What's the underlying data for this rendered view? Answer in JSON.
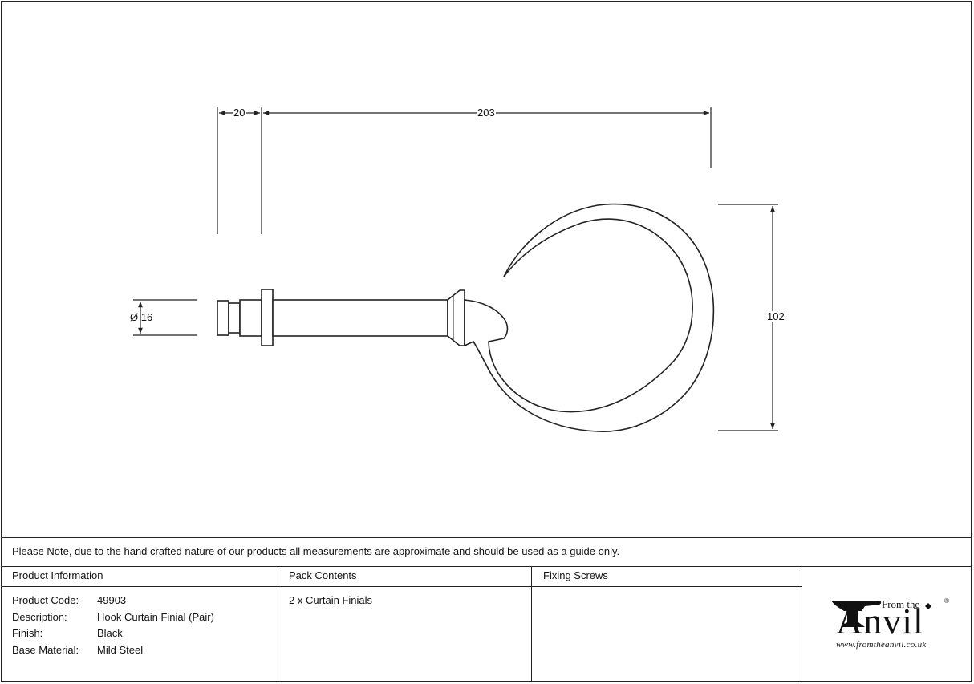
{
  "dimensions": {
    "collar_width": "20",
    "total_length": "203",
    "diameter": "Ø 16",
    "height": "102"
  },
  "note": "Please Note, due to the hand crafted nature of our products all measurements are approximate and should be used as a guide only.",
  "product_info": {
    "header": "Product Information",
    "rows": [
      {
        "label": "Product Code:",
        "value": "49903"
      },
      {
        "label": "Description:",
        "value": "Hook Curtain Finial (Pair)"
      },
      {
        "label": "Finish:",
        "value": "Black"
      },
      {
        "label": "Base Material:",
        "value": "Mild Steel"
      }
    ]
  },
  "pack_contents": {
    "header": "Pack Contents",
    "items": [
      "2 x Curtain Finials"
    ]
  },
  "fixing_screws": {
    "header": "Fixing Screws"
  },
  "logo": {
    "from_the": "From the",
    "name": "Anvil",
    "registered": "®",
    "url": "www.fromtheanvil.co.uk"
  }
}
